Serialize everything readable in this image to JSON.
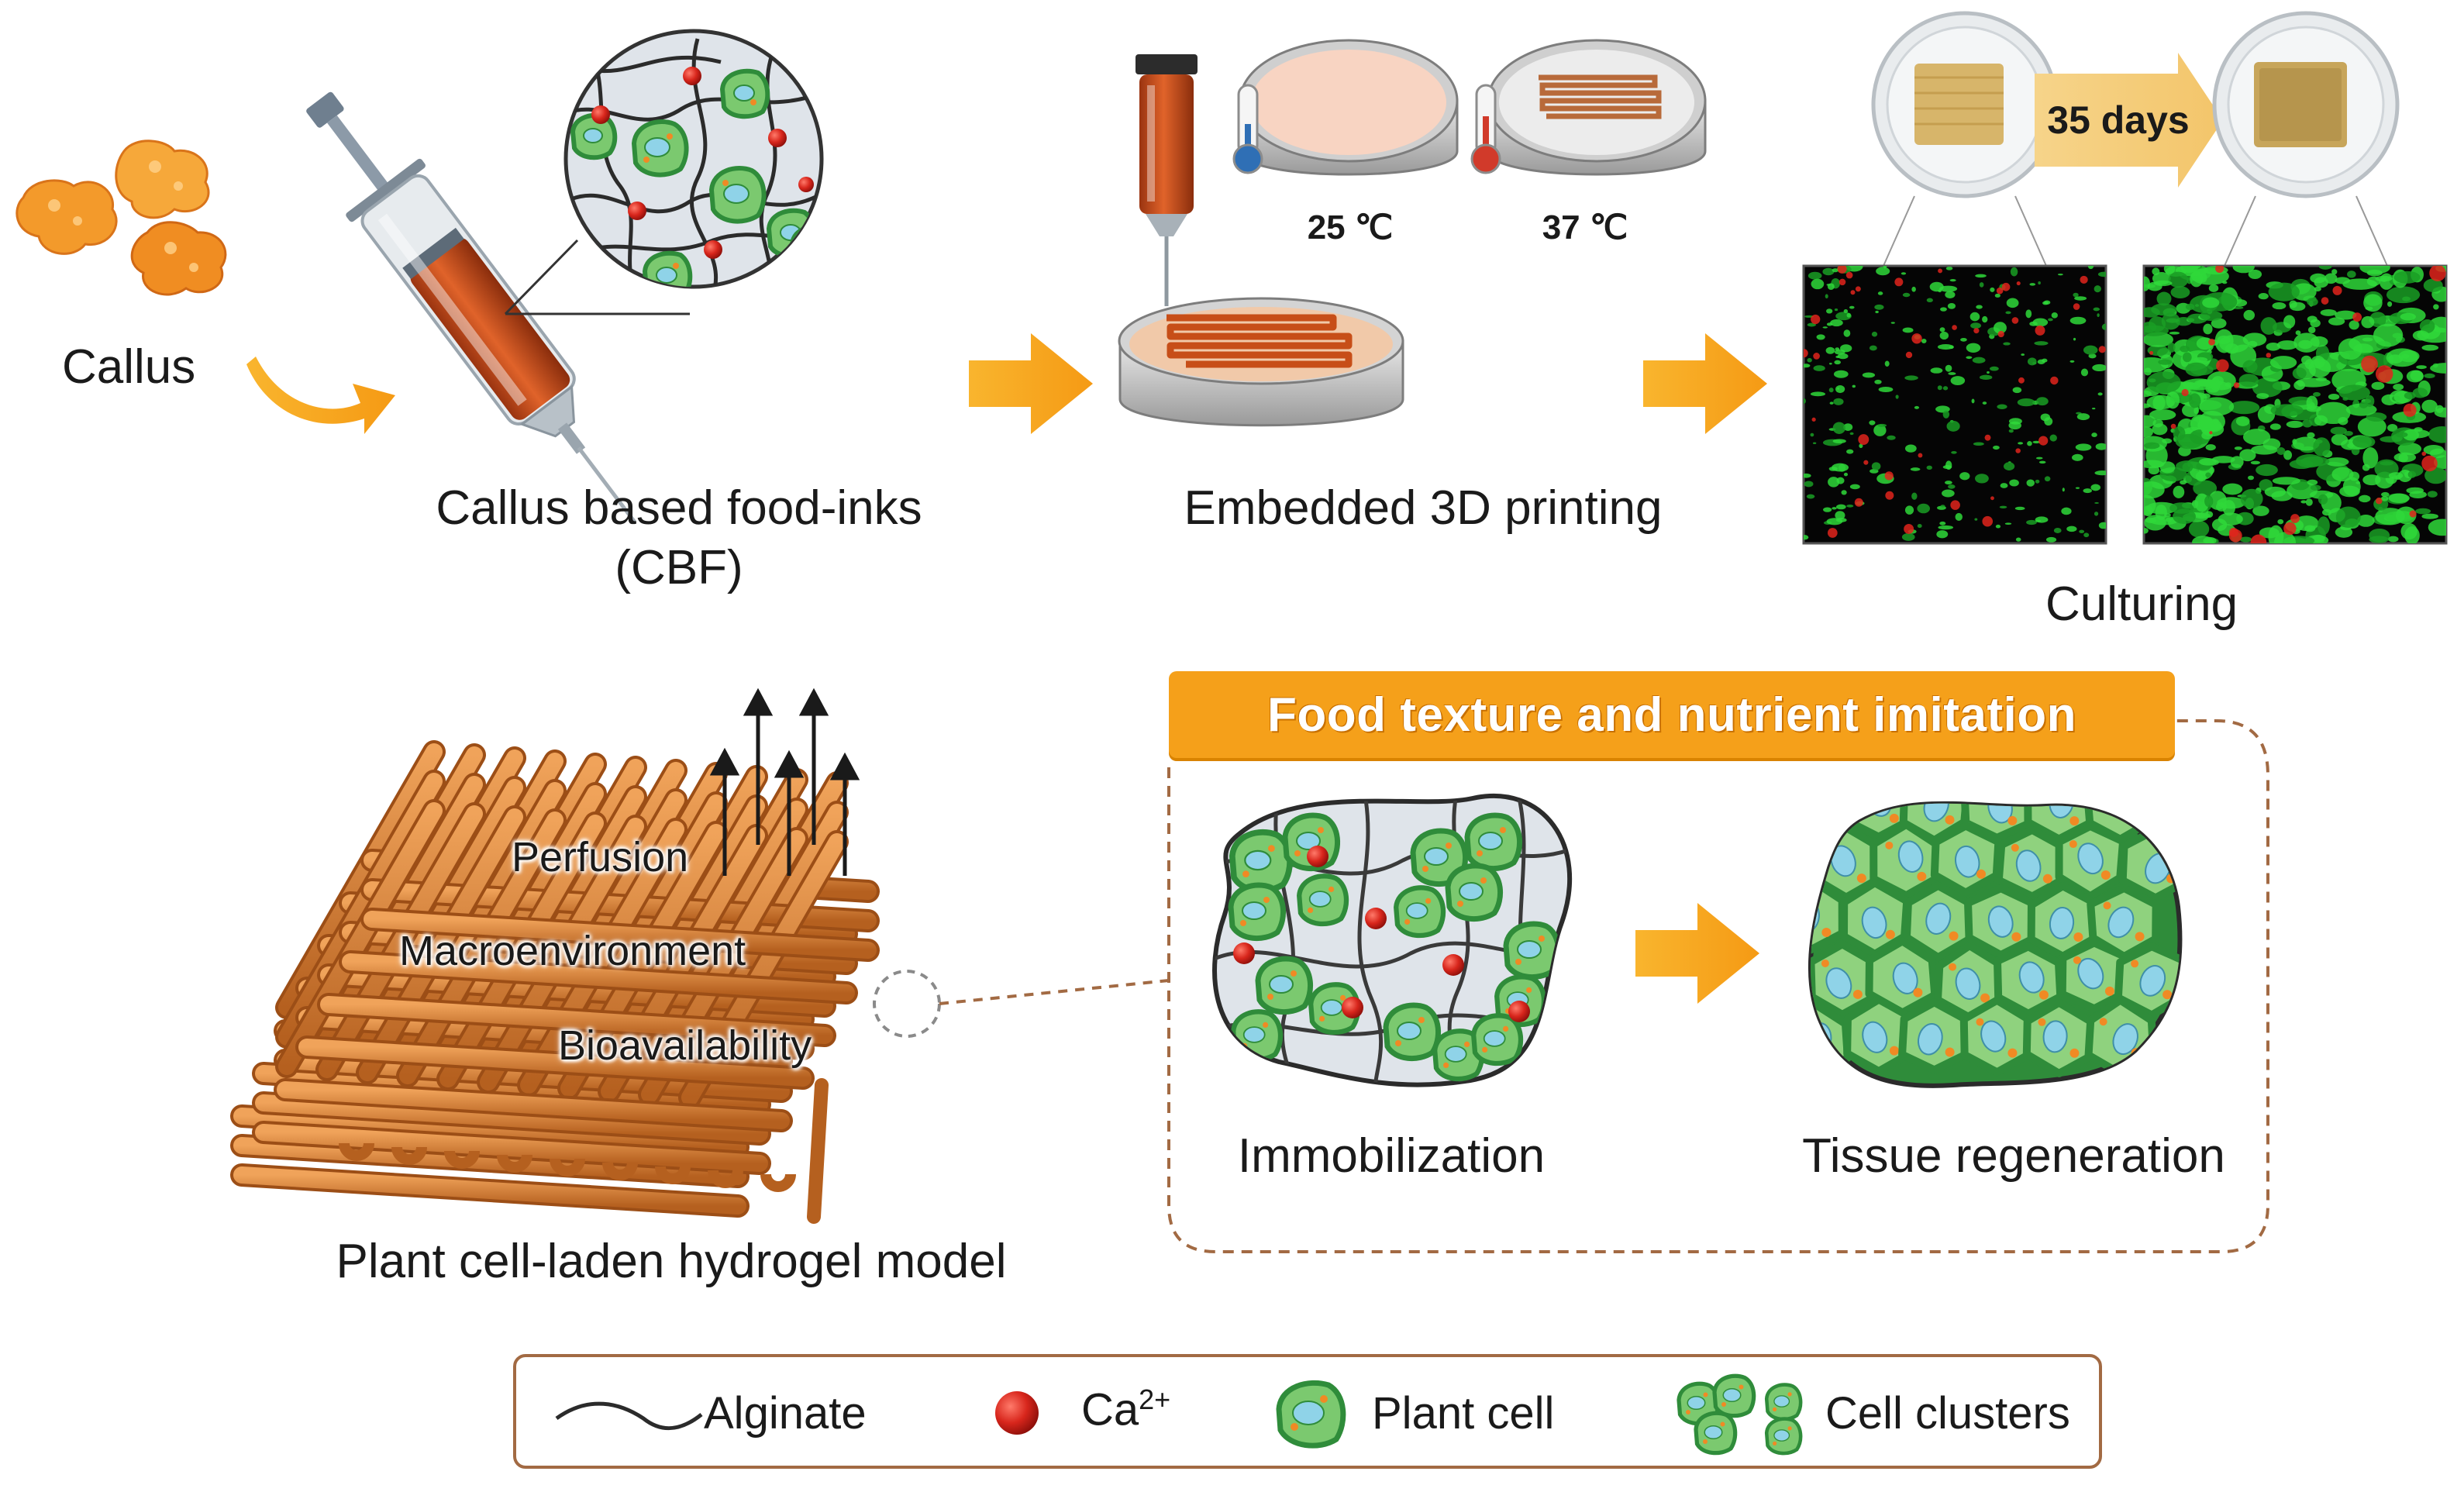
{
  "top_row": {
    "callus_label": "Callus",
    "cbf_label_line1": "Callus based food-inks",
    "cbf_label_line2": "(CBF)",
    "printing_label": "Embedded 3D printing",
    "temp_low": "25 ℃",
    "temp_high": "37 ℃",
    "culturing_label": "Culturing",
    "days_label": "35 days"
  },
  "bottom_row": {
    "model_label": "Plant cell-laden hydrogel model",
    "perfusion": "Perfusion",
    "macro": "Macroenvironment",
    "bio": "Bioavailability",
    "banner_title": "Food texture and nutrient imitation",
    "immobilization": "Immobilization",
    "tissue_regeneration": "Tissue regeneration"
  },
  "legend": {
    "alginate": "Alginate",
    "ca_base": "Ca",
    "ca_sup": "2+",
    "plant_cell": "Plant cell",
    "cell_clusters": "Cell clusters"
  },
  "colors": {
    "arrow": "#f7a41c",
    "ink": "#c9531e",
    "cell_fill": "#7bc96f",
    "cell_border": "#2f8c3a",
    "nucleus": "#8fd3e8",
    "calcium": "#d8261c",
    "dashed_border": "#a26a43",
    "mesh": "#c9722f"
  }
}
